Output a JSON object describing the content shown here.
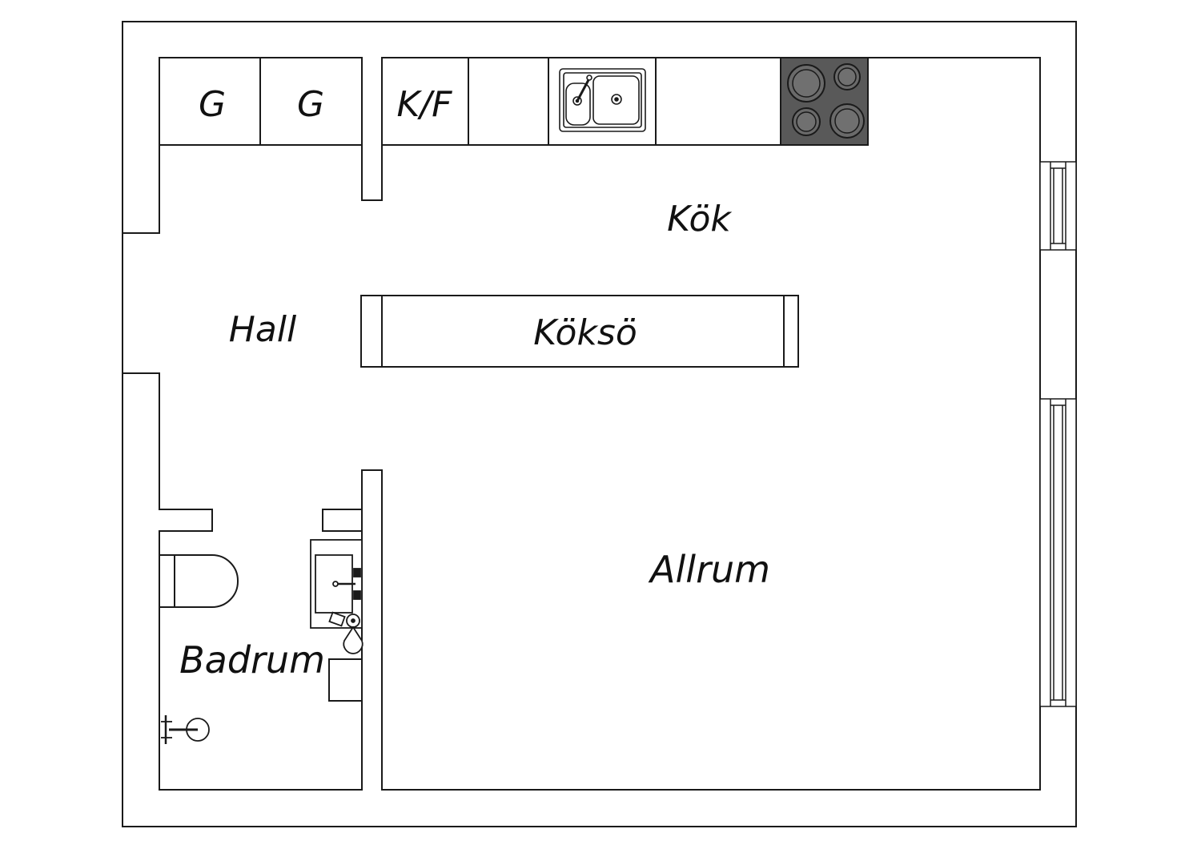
{
  "rooms": {
    "kitchen": "Kök",
    "hall": "Hall",
    "island": "Köksö",
    "living": "Allrum",
    "bathroom": "Badrum"
  },
  "units": {
    "wardrobe_1": "G",
    "wardrobe_2": "G",
    "fridge_freezer": "K/F"
  },
  "colors": {
    "wall_fill": "#ffffff",
    "line": "#1a1a1a",
    "hob": "#595959",
    "hob_ring": "#3a3a3a"
  }
}
